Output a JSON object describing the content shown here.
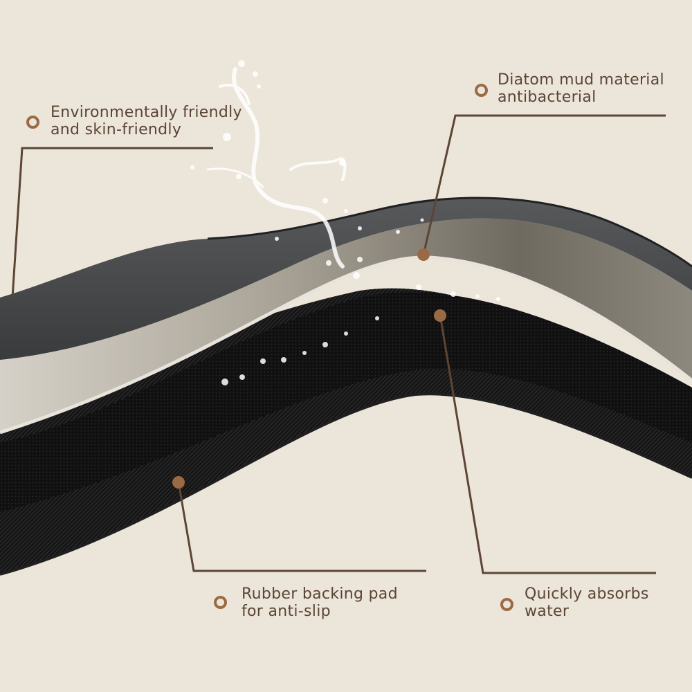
{
  "callouts": {
    "top_left": {
      "line1": "Environmentally friendly",
      "line2": "and skin-friendly"
    },
    "top_right": {
      "line1": "Diatom mud material",
      "line2": "antibacterial"
    },
    "bottom_left": {
      "line1": "Rubber backing pad",
      "line2": "for anti-slip"
    },
    "bottom_right": {
      "line1": "Quickly absorbs",
      "line2": "water"
    }
  },
  "colors": {
    "background": "#ebe5da",
    "text": "#5c4535",
    "accent": "#9a6a45",
    "surface_layer": "#4a4b4d",
    "diatom_layer": "#b4aea3",
    "absorb_layer": "#1b1b1b",
    "rubber_layer": "#0e0e0e"
  },
  "icons": {
    "callout_marker": "ring-bullet-icon",
    "water": "water-splash-icon"
  }
}
